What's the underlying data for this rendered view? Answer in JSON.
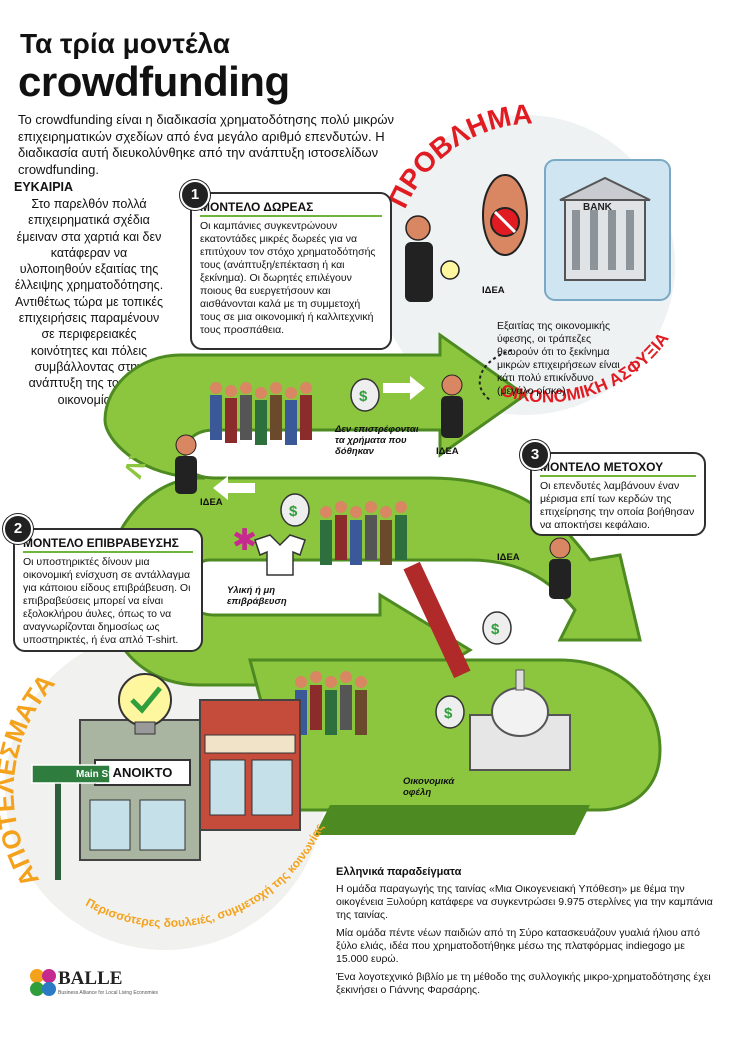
{
  "title": {
    "line1": "Τα τρία μοντέλα",
    "line2": "crowdfunding"
  },
  "intro": "Το crowdfunding είναι η διαδικασία χρηματοδότησης πολύ μικρών επιχειρηματικών σχεδίων από ένα μεγάλο αριθμό επενδυτών. Η διαδικασία αυτή διευκολύνθηκε από την ανάπτυξη ιστοσελίδων crowdfunding.",
  "opportunity": {
    "heading": "ΕΥΚΑΙΡΙΑ",
    "text": "Στο παρελθόν πολλά επιχειρηματικά σχέδια έμειναν στα χαρτιά και δεν κατάφεραν να υλοποιηθούν εξαιτίας της έλλειψης χρηματοδότησης. Αντιθέτως τώρα με τοπικές επιχειρήσεις παραμένουν σε περιφερειακές κοινότητες και πόλεις συμβάλλοντας στην ανάπτυξη της τοπικής οικονομίας."
  },
  "problem": {
    "label": "ΠΡΟΒΛΗΜΑ",
    "bank_sign": "BANK",
    "idea_label": "ΙΔΕΑ",
    "text": "Εξαιτίας της οικονομικής ύφεσης, οι τράπεζες θεωρούν ότι το ξεκίνημα μικρών επιχειρήσεων είναι κάτι πολύ επικίνδυνο (μεγάλο ρίσκο)",
    "insecurity": "ΟΙΚΟΝΟΜΙΚΗ ΑΣΦΥΞΙΑ"
  },
  "solution_label": "ΛΥΣΗ",
  "results_label": "ΑΠΟΤΕΛΕΣΜΑΤΑ",
  "results_sub": "Περισσότερες δουλειές, συμμετοχή της κοινωνίας",
  "model1": {
    "number": "1",
    "title": "ΜΟΝΤΕΛΟ ΔΩΡΕΑΣ",
    "text": "Οι καμπάνιες συγκεντρώνουν εκατοντάδες μικρές δωρεές για να επιτύχουν τον στόχο χρηματοδότησής τους (ανάπτυξη/επέκταση ή και ξεκίνημα). Οι δωρητές επιλέγουν ποιους θα ευεργετήσουν και αισθάνονται καλά με τη συμμετοχή τους σε μια οικονομική ή καλλιτεχνική τους προσπάθεια."
  },
  "model2": {
    "number": "2",
    "title": "ΜΟΝΤΕΛΟ ΕΠΙΒΡΑΒΕΥΣΗΣ",
    "text": "Οι υποστηρικτές δίνουν μια οικονομική ενίσχυση σε αντάλλαγμα για κάποιου είδους επιβράβευση. Οι επιβραβεύσεις μπορεί να είναι εξολοκλήρου άυλες, όπως το να αναγνωρίζονται δημοσίως ως υποστηρικτές, ή ένα απλό T-shirt."
  },
  "model3": {
    "number": "3",
    "title": "ΜΟΝΤΕΛΟ ΜΕΤΟΧΟΥ",
    "text": "Οι επενδυτές λαμβάνουν έναν μέρισμα επί των κερδών της επιχείρησης την οποία βοήθησαν να αποκτήσει κεφάλαιο."
  },
  "labels": {
    "no_return": "Δεν επιστρέφονται τα χρήματα που δόθηκαν",
    "idea": "ΙΔΕΑ",
    "reward": "Υλική ή μη επιβράβευση",
    "benefits": "Οικονομικά οφέλη",
    "dollar": "$"
  },
  "shop": {
    "street_sign": "Main Street",
    "open_sign": "ΑΝΟΙΚΤΟ"
  },
  "examples": {
    "title": "Ελληνικά παραδείγματα",
    "items": [
      "Η ομάδα παραγωγής της ταινίας «Μια Οικογενειακή Υπόθεση» με θέμα την οικογένεια Ξυλούρη κατάφερε να συγκεντρώσει 9.975 στερλίνες για την καμπάνια της ταινίας.",
      "Μία ομάδα πέντε νέων παιδιών από τη Σύρο κατασκευάζουν γυαλιά ήλιου από ξύλο ελιάς, ιδέα που χρηματοδοτήθηκε μέσω της πλατφόρμας indiegogo με 15.000 ευρώ.",
      "Ένα λογοτεχνικό βιβλίο με τη μέθοδο της συλλογικής μικρο-χρηματοδότησης έχει ξεκινήσει ο Γιάννης Φαρσάρης."
    ]
  },
  "logo": {
    "name": "BALLE",
    "tagline": "Business Alliance for Local Living Economies"
  },
  "colors": {
    "green": "#8cc63f",
    "dark_green": "#4d8a21",
    "red": "#e11b22",
    "orange": "#f4a21c"
  }
}
